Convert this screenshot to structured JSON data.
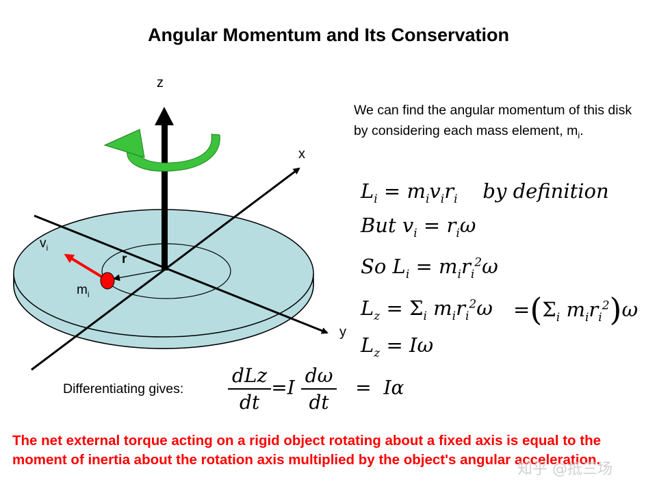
{
  "title": "Angular Momentum and Its Conservation",
  "axes": {
    "z": "z",
    "x": "x",
    "y": "y"
  },
  "labels": {
    "v": "v",
    "v_sub": "i",
    "m": "m",
    "m_sub": "i",
    "r": "r"
  },
  "description": {
    "text": "We can find the angular momentum of this disk by considering each mass element, m",
    "sub": "i",
    "end": "."
  },
  "equations": {
    "eq1": {
      "lhs": "L",
      "lhs_sub": "i",
      "eq": "=",
      "rhs": "m",
      "rhs_sub": "i",
      "v": "v",
      "v_sub": "i",
      "r": "r",
      "r_sub": "i",
      "note": "by definition"
    },
    "eq2": {
      "prefix": "But",
      "v": "v",
      "v_sub": "i",
      "eq": "=",
      "r": "r",
      "r_sub": "i",
      "w": "ω"
    },
    "eq3": {
      "prefix": "So",
      "L": "L",
      "L_sub": "i",
      "eq": "=",
      "m": "m",
      "m_sub": "i",
      "r": "r",
      "r_sub": "i",
      "sup": "2",
      "w": "ω"
    },
    "eq4": {
      "L": "L",
      "L_sub": "z",
      "eq": "=",
      "sigma": "Σ",
      "sigma_sub": "i",
      "m": "m",
      "m_sub": "i",
      "r": "r",
      "r_sub": "i",
      "sup": "2",
      "w": "ω",
      "eq2": "=",
      "open": "(",
      "close": ")"
    },
    "eq5": {
      "L": "L",
      "L_sub": "z",
      "eq": "=",
      "I": "I",
      "w": "ω"
    }
  },
  "differentiation": {
    "label": "Differentiating gives:",
    "num1": "dLz",
    "den1": "dt",
    "eq1": "=",
    "I": "I",
    "num2": "dω",
    "den2": "dt",
    "eq2": "=",
    "alpha": "α"
  },
  "conclusion": "The net external torque acting on a rigid object rotating about a fixed axis is equal to the moment of inertia about the rotation axis multiplied by the object's angular acceleration.",
  "watermark": "知乎 @抵三场",
  "colors": {
    "disk": "#b7dde1",
    "mass": "#ff0000",
    "rotation_arrow": "#3cc33c",
    "conclusion": "#ff0000"
  }
}
